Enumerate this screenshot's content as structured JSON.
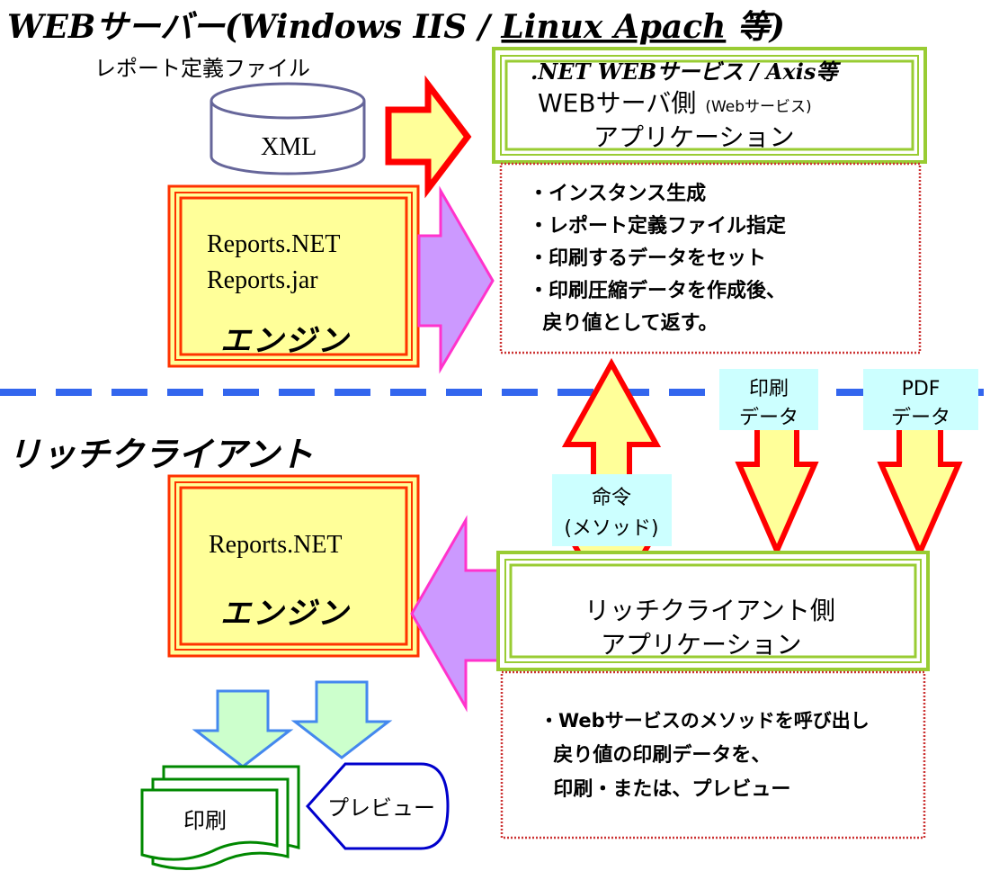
{
  "server_section": {
    "title_prefix": "WEBサーバー(Windows IIS / ",
    "title_underlined": "Linux  Apach",
    "title_suffix": " 等)",
    "report_def_label": "レポート定義ファイル",
    "xml_label": "XML",
    "engine_lines": [
      "Reports.NET",
      "Reports.jar"
    ],
    "engine_label": "エンジン",
    "app_box": {
      "line1": ".NET WEBサービス /  Axis等",
      "line2_main": "WEBサーバ側",
      "line2_small": "(Webサービス)",
      "line3": "アプリケーション"
    },
    "steps": [
      "・インスタンス生成",
      "・レポート定義ファイル指定",
      "・印刷するデータをセット",
      "・印刷圧縮データを作成後、",
      "  戻り値として返す。"
    ]
  },
  "client_section": {
    "title": "リッチクライアント",
    "engine_line": "Reports.NET",
    "engine_label": "エンジン",
    "app_box": {
      "line1": "リッチクライアント側",
      "line2": "アプリケーション"
    },
    "steps": [
      "・Webサービスのメソッドを呼び出し",
      "  戻り値の印刷データを、",
      "  印刷・または、プレビュー"
    ],
    "print_doc_label": "印刷",
    "preview_label": "プレビュー"
  },
  "connectors": {
    "command_label": [
      "命令",
      "(メソッド)"
    ],
    "print_data_label": [
      "印刷",
      "データ"
    ],
    "pdf_data_label": [
      "PDF",
      "データ"
    ]
  },
  "colors": {
    "dashed_divider": "#3366EE",
    "engine_fill": "#FFFF99",
    "engine_border": "#FF3300",
    "app_border": "#99CC33",
    "arrow_yellow": "#FFFF99",
    "arrow_red": "#FF0000",
    "arrow_purple": "#CC99FF",
    "arrow_magenta": "#FF33CC",
    "label_bg": "#CCFFFF",
    "print_doc": "#008800",
    "preview_border": "#0000CC"
  }
}
